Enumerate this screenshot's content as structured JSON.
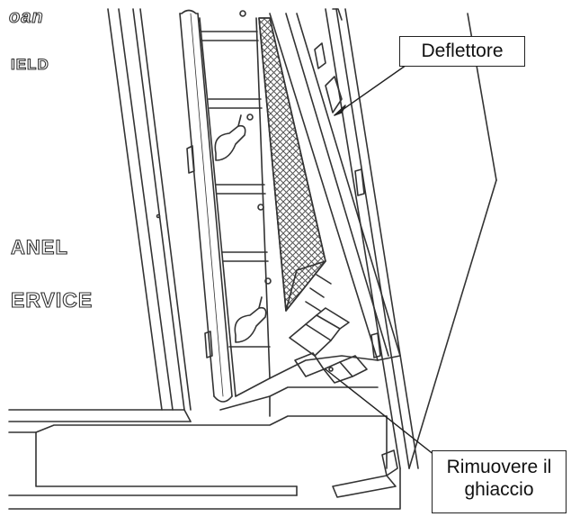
{
  "diagram": {
    "callouts": {
      "deflector": "Deflettore",
      "remove_ice_line1": "Rimuovere il",
      "remove_ice_line2": "ghiaccio"
    },
    "panel_fragments": {
      "top_word": "oan",
      "shield_word": "IELD",
      "panel_word": "ANEL",
      "service_word": "ERVICE"
    },
    "colors": {
      "line": "#333333",
      "grille": "#555555",
      "background": "#ffffff"
    }
  }
}
